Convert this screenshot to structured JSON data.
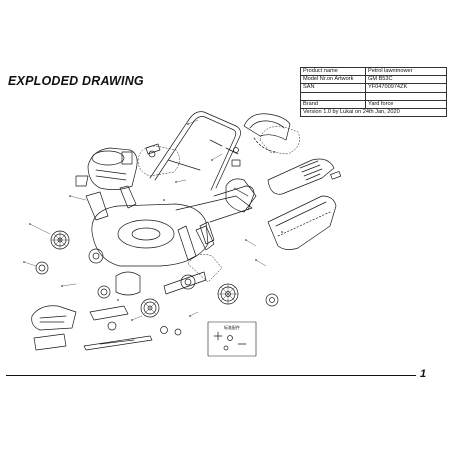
{
  "document": {
    "title": "EXPLODED DRAWING",
    "page_number": "1"
  },
  "spec_table": {
    "rows": [
      {
        "key": "Product name",
        "value": "Petrol lawnmower"
      },
      {
        "key": "Model Nr.on Artwork",
        "value": "GM B53C"
      },
      {
        "key": "SAN",
        "value": "YF04700974ZK"
      },
      {
        "key": "",
        "value": ""
      },
      {
        "key": "Brand",
        "value": "Yard force"
      }
    ],
    "version": "Version 1.0 by Lukai on 24th Jan, 2020"
  },
  "inset": {
    "label": "标准配件"
  },
  "colors": {
    "line": "#1a1a1a",
    "text": "#111111"
  }
}
